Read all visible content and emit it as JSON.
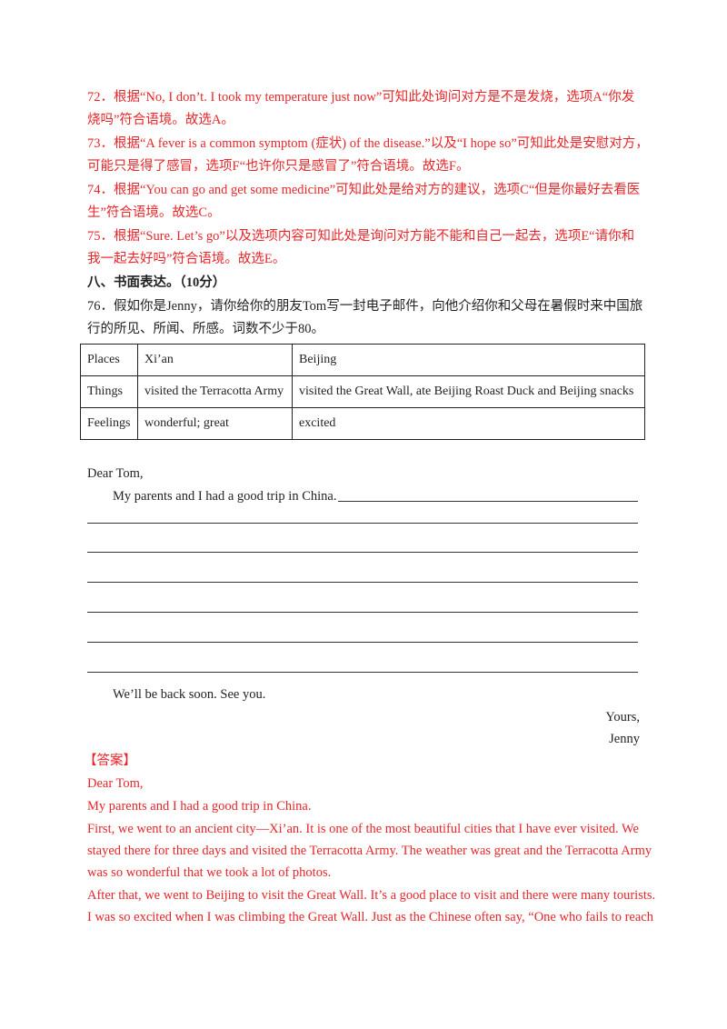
{
  "explanations": [
    {
      "l1": "72．根据“No, I don’t. I took my temperature just now”可知此处询问对方是不是发烧，选项A“你发",
      "l2": "烧吗”符合语境。故选A。"
    },
    {
      "l1": "73．根据“A fever is a common symptom (症状) of the disease.”以及“I hope so”可知此处是安慰对方，",
      "l2": "可能只是得了感冒，选项F“也许你只是感冒了”符合语境。故选F。"
    },
    {
      "l1": "74．根据“You can go and get some medicine”可知此处是给对方的建议，选项C“但是你最好去看医",
      "l2": "生”符合语境。故选C。"
    },
    {
      "l1": "75．根据“Sure. Let’s go”以及选项内容可知此处是询问对方能不能和自己一起去，选项E“请你和",
      "l2": "我一起去好吗”符合语境。故选E。"
    }
  ],
  "section": {
    "heading": "八、书面表达。（10分）"
  },
  "question": {
    "l1": "76．假如你是Jenny，请你给你的朋友Tom写一封电子邮件，向他介绍你和父母在暑假时来中国旅",
    "l2": "行的所见、所闻、所感。词数不少于80。"
  },
  "table": {
    "rows": [
      [
        "Places",
        "Xi’an",
        "Beijing"
      ],
      [
        "Things",
        "visited the Terracotta Army",
        "visited the Great Wall, ate Beijing Roast Duck and Beijing snacks"
      ],
      [
        "Feelings",
        "wonderful; great",
        "excited"
      ]
    ]
  },
  "letter": {
    "greeting": "Dear Tom,",
    "opening": "My parents and I had a good trip in China.",
    "closing": "We’ll be back soon. See you.",
    "signoff": "Yours,",
    "name": "Jenny"
  },
  "answer": {
    "tag": "【答案】",
    "greeting": "Dear Tom,",
    "opening": "My parents and I had a good trip in China.",
    "p1": [
      "First, we went to an ancient city—Xi’an. It is one of the most beautiful cities that I have ever visited. We",
      "stayed there for three days and visited the Terracotta Army. The weather was great and the Terracotta Army",
      "was so wonderful that we took a lot of photos."
    ],
    "p2": [
      "After that, we went to Beijing to visit the Great Wall. It’s a good place to visit and there were many tourists.",
      "I was so excited when I was climbing the Great Wall. Just as the Chinese often say, “One who fails to reach"
    ]
  }
}
